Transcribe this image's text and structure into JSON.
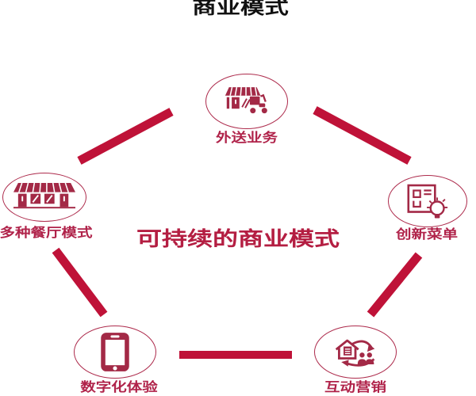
{
  "title": "商业模式",
  "center_label": "可持续的商业模式",
  "nodes": [
    {
      "label": "外送业务",
      "icon": "delivery-storefront-icon",
      "position": "top"
    },
    {
      "label": "创新菜单",
      "icon": "innovative-menu-icon",
      "position": "right"
    },
    {
      "label": "互动营销",
      "icon": "interactive-marketing-icon",
      "position": "bottom-right"
    },
    {
      "label": "数字化体验",
      "icon": "smartphone-icon",
      "position": "bottom-left"
    },
    {
      "label": "多种餐厅模式",
      "icon": "restaurant-storefront-icon",
      "position": "left"
    }
  ],
  "connectors": [
    {
      "from": "top",
      "to": "left"
    },
    {
      "from": "top",
      "to": "right"
    },
    {
      "from": "left",
      "to": "bottom-left"
    },
    {
      "from": "right",
      "to": "bottom-right"
    },
    {
      "from": "bottom-left",
      "to": "bottom-right"
    }
  ],
  "colors": {
    "connector_line": "#bf1238",
    "icon": "#a32946",
    "circle_stroke": "#ad2b4c",
    "node_label": "#b0234a",
    "center_text": "#b41e42",
    "title": "#111111",
    "background": "#ffffff"
  }
}
